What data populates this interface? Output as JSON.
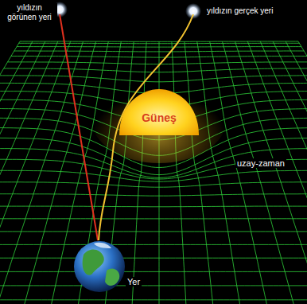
{
  "diagram": {
    "nodes": [
      {
        "text": [
          "Güneş"
        ]
      }
    ],
    "labels": [
      "yıldızın görünen yeri",
      "yıldızın gerçek yeri",
      "uzay-zaman",
      "Yer"
    ]
  }
}
